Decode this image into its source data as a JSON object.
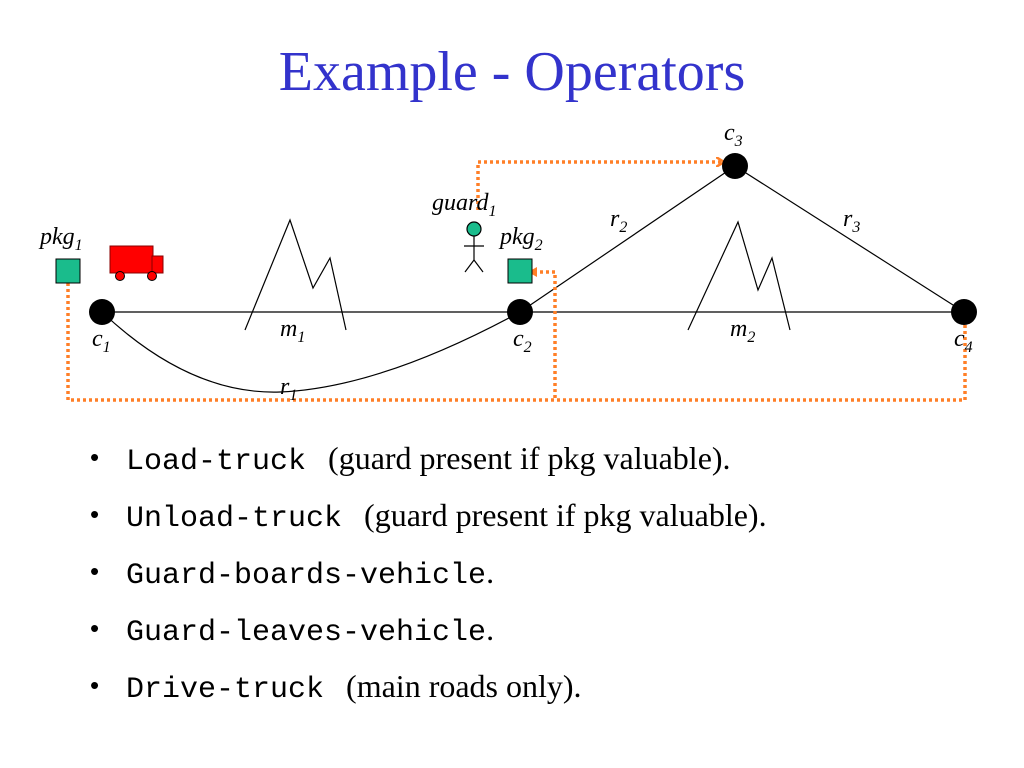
{
  "title": "Example - Operators",
  "diagram": {
    "labels": {
      "c1": {
        "base": "c",
        "sub": "1"
      },
      "c2": {
        "base": "c",
        "sub": "2"
      },
      "c3": {
        "base": "c",
        "sub": "3"
      },
      "c4": {
        "base": "c",
        "sub": "4"
      },
      "m1": {
        "base": "m",
        "sub": "1"
      },
      "m2": {
        "base": "m",
        "sub": "2"
      },
      "r1": {
        "base": "r",
        "sub": "1"
      },
      "r2": {
        "base": "r",
        "sub": "2"
      },
      "r3": {
        "base": "r",
        "sub": "3"
      },
      "pkg1": {
        "base": "pkg",
        "sub": "1"
      },
      "pkg2": {
        "base": "pkg",
        "sub": "2"
      },
      "guard1": {
        "base": "guard",
        "sub": "1"
      }
    },
    "colors": {
      "package": "#1abc8c",
      "truck": "#ff0000",
      "guard": "#1abc8c",
      "path": "#ff7f27",
      "title": "#3333cc"
    }
  },
  "bullets": [
    {
      "op": "Load-truck",
      "desc": "(guard present if pkg valuable)."
    },
    {
      "op": "Unload-truck",
      "desc": "(guard present if pkg valuable)."
    },
    {
      "op": "Guard-boards-vehicle",
      "desc": "."
    },
    {
      "op": "Guard-leaves-vehicle",
      "desc": "."
    },
    {
      "op": "Drive-truck",
      "desc": "(main roads only)."
    }
  ]
}
